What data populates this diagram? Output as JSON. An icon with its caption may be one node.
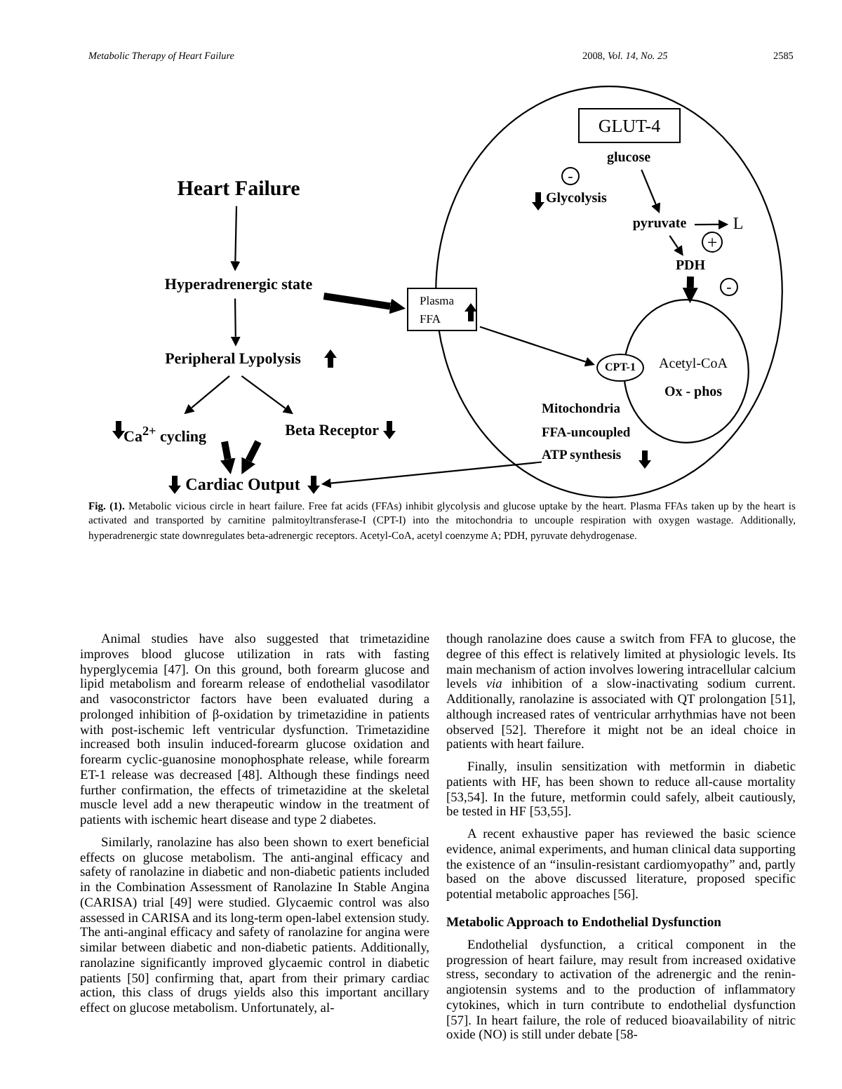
{
  "diagram": {
    "caption": "**Fig. (1).** Metabolic vicious circle in heart failure. Free fat acids (FFAs) inhibit glycolysis and glucose uptake by the heart. Plasma FFAs taken up by the heart is activated and transported by carnitine palmitoyltransferase-I (CPT-I) into the mitochondria to uncouple respiration with oxygen wastage. Additionally, hyperadrenergic state downregulates beta-adrenergic receptors. Acetyl-CoA, acetyl coenzyme A; PDH, pyruvate dehydrogenase.",
    "nodes": [
      {
        "text": [
          "Heart Failure"
        ]
      },
      {
        "text": [
          "Hyperadrenergic state"
        ]
      },
      {
        "text": [
          "Peripheral Lypolysis"
        ]
      },
      {
        "text": [
          "Ca$^{2+}$ cycling"
        ]
      },
      {
        "text": [
          "Beta Receptor"
        ]
      },
      {
        "text": [
          "Cardiac Output"
        ]
      },
      {
        "text": [],
        "shape": "circle"
      },
      {
        "text": [
          "GLUT-4"
        ],
        "in": 6
      },
      {
        "text": [
          "glucose"
        ],
        "in": 6
      },
      {
        "text": [
          "pyruvate"
        ],
        "in": 6
      },
      {
        "text": [
          "L"
        ],
        "in": 6
      },
      {
        "text": [
          "PDH"
        ],
        "in": 6
      },
      {
        "text": [
          "Plasma FFA"
        ]
      },
      {
        "text": [
          "Acetyl-CoA",
          "Ox - phos"
        ],
        "in": 6
      },
      {
        "text": [
          "CPT-1"
        ],
        "in": 6
      },
      {
        "text": [
          "Mitochondria",
          "FFA-uncoupled ATP synthesis"
        ],
        "in": 6
      }
    ],
    "edges": [
      {
        "from": 0,
        "to": 1,
        "arrow": "to"
      },
      {
        "from": 1,
        "to": 2,
        "arrow": "to"
      },
      {
        "from": 2,
        "to": 3,
        "arrow": "to"
      },
      {
        "from": 2,
        "to": 4,
        "arrow": "to"
      },
      {
        "from": 3,
        "to": 5,
        "arrow": "to",
        "style": "thick"
      },
      {
        "from": 4,
        "to": 5,
        "arrow": "to",
        "style": "thick"
      },
      {
        "from": 1,
        "to": 12,
        "arrow": "to",
        "style": "thick"
      },
      {
        "from": 8,
        "to": 9,
        "arrow": "to"
      },
      {
        "from": 9,
        "to": 10,
        "arrow": "to"
      },
      {
        "from": 9,
        "to": 11,
        "arrow": "to"
      },
      {
        "from": 11,
        "to": 13,
        "arrow": "to",
        "style": "thick"
      },
      {
        "from": 12,
        "to": 14,
        "arrow": "to"
      },
      {
        "from": 15,
        "to": 5,
        "arrow": "to"
      }
    ],
    "labels": [
      "Metabolic Therapy of Heart Failure",
      "2008, *Vol. 14, No. 25*",
      "2585",
      "-",
      "Glycolysis",
      "+",
      "-",
      "Animal studies have also suggested that trimetazidine improves blood glucose utilization in rats with fasting hyperglycemia [47]. On this ground, both forearm glucose and lipid metabolism and forearm release of endothelial vasodilator and vasoconstrictor factors have been evaluated during a prolonged inhibition of β-oxidation by trimetazidine in patients with post-ischemic left ventricular dysfunction. Trimetazidine increased both insulin induced-forearm glucose oxidation and forearm cyclic-guanosine monophosphate release, while forearm ET-1 release was decreased [48]. Although these findings need further confirmation, the effects of trimetazidine at the skeletal muscle level add a new therapeutic window in the treatment of patients with ischemic heart disease and type 2 diabetes.",
      "Similarly, ranolazine has also been shown to exert beneficial effects on glucose metabolism. The anti-anginal efficacy and safety of ranolazine in diabetic and non-diabetic patients included in the Combination Assessment of Ranolazine In Stable Angina (CARISA) trial [49] were studied. Glycaemic control was also assessed in CARISA and its long-term open-label extension study. The anti-anginal efficacy and safety of ranolazine for angina were similar between diabetic and non-diabetic patients. Additionally, ranolazine significantly improved glycaemic control in diabetic patients [50] confirming that, apart from their primary cardiac action, this class of drugs yields also this important ancillary effect on glucose metabolism. Unfortunately, al-",
      "though ranolazine does cause a switch from FFA to glucose, the degree of this effect is relatively limited at physiologic levels. Its main mechanism of action involves lowering intracellular calcium levels *via* inhibition of a slow-inactivating sodium current. Additionally, ranolazine is associated with QT prolongation [51], although increased rates of ventricular arrhythmias have not been observed [52]. Therefore it might not be an ideal choice in patients with heart failure.",
      "Finally, insulin sensitization with metformin in diabetic patients with HF, has been shown to reduce all-cause mortality [53,54]. In the future, metformin could safely, albeit cautiously, be tested in HF [53,55].",
      "A recent exhaustive paper has reviewed the basic science evidence, animal experiments, and human clinical data supporting the existence of an “insulin-resistant cardiomyopathy” and, partly based on the above discussed literature, proposed specific potential metabolic approaches [56].",
      "Metabolic Approach to Endothelial Dysfunction",
      "Endothelial dysfunction, a critical component in the progression of heart failure, may result from increased oxidative stress, secondary to activation of the adrenergic and the renin-angiotensin systems and to the production of inflammatory cytokines, which in turn contribute to endothelial dysfunction [57]. In heart failure, the role of reduced bioavailability of nitric oxide (NO) is still under debate [58-"
    ]
  }
}
